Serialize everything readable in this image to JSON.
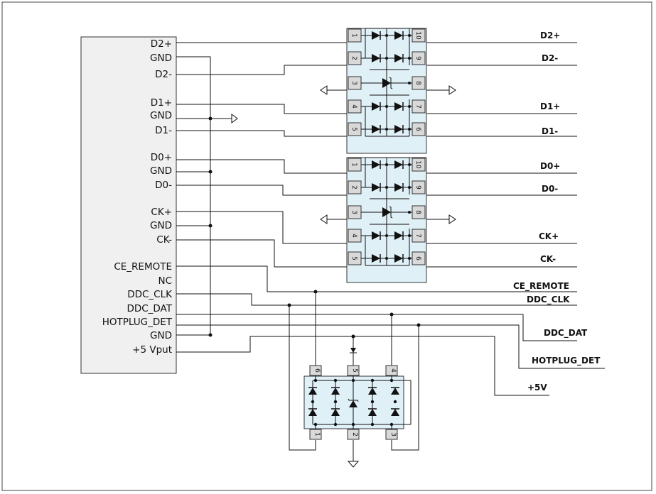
{
  "connector": {
    "pins": [
      "D2+",
      "GND",
      "D2-",
      "D1+",
      "GND",
      "D1-",
      "D0+",
      "GND",
      "D0-",
      "CK+",
      "GND",
      "CK-",
      "CE_REMOTE",
      "NC",
      "DDC_CLK",
      "DDC_DAT",
      "HOTPLUG_DET",
      "GND",
      "+5 Vput"
    ]
  },
  "ic_top": {
    "left_pins": [
      "1",
      "2",
      "3",
      "4",
      "5"
    ],
    "right_pins": [
      "10",
      "9",
      "8",
      "7",
      "6"
    ]
  },
  "ic_mid": {
    "left_pins": [
      "1",
      "2",
      "3",
      "4",
      "5"
    ],
    "right_pins": [
      "10",
      "9",
      "8",
      "7",
      "6"
    ]
  },
  "ic_bottom": {
    "top_pins": [
      "6",
      "5",
      "4"
    ],
    "bottom_pins": [
      "1",
      "2",
      "3"
    ]
  },
  "outputs": {
    "tmds": [
      "D2+",
      "D2-",
      "D1+",
      "D1-",
      "D0+",
      "D0-",
      "CK+",
      "CK-"
    ],
    "ctrl": [
      "CE_REMOTE",
      "DDC_CLK",
      "DDC_DAT",
      "HOTPLUG_DET",
      "+5V"
    ]
  },
  "colors": {
    "ic_fill": "#dff0f7",
    "pin_fill": "#d9d9d9",
    "connector_fill": "#f0f0f0"
  }
}
